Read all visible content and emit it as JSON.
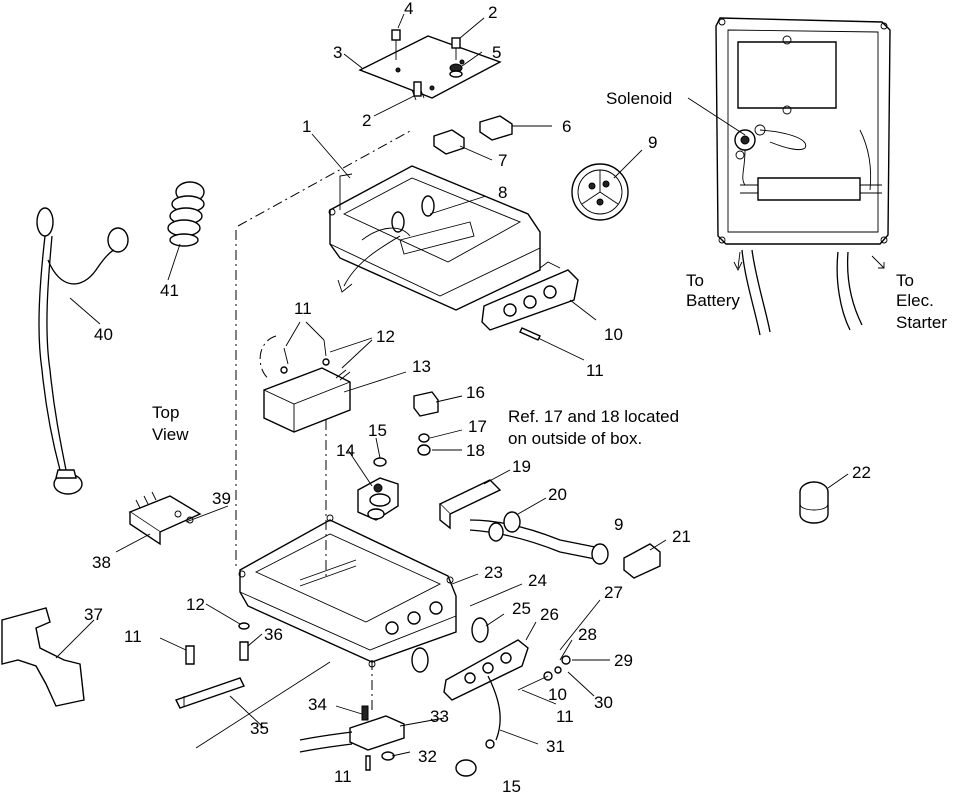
{
  "labels": {
    "p1": "1",
    "p2a": "2",
    "p2b": "2",
    "p3": "3",
    "p4": "4",
    "p5": "5",
    "p6": "6",
    "p7": "7",
    "p8": "8",
    "p9a": "9",
    "p9b": "9",
    "p10a": "10",
    "p10b": "10",
    "p11a": "11",
    "p11b": "11",
    "p11c": "11",
    "p11d": "11",
    "p11e": "11",
    "p12a": "12",
    "p12b": "12",
    "p13": "13",
    "p14": "14",
    "p15a": "15",
    "p15b": "15",
    "p16": "16",
    "p17": "17",
    "p18": "18",
    "p19": "19",
    "p20": "20",
    "p21": "21",
    "p22": "22",
    "p23": "23",
    "p24": "24",
    "p25": "25",
    "p26": "26",
    "p27": "27",
    "p28": "28",
    "p29": "29",
    "p30": "30",
    "p31": "31",
    "p32": "32",
    "p33": "33",
    "p34": "34",
    "p35": "35",
    "p36": "36",
    "p37": "37",
    "p38": "38",
    "p39": "39",
    "p40": "40",
    "p41": "41"
  },
  "annotations": {
    "solenoid": "Solenoid",
    "to_battery_1": "To",
    "to_battery_2": "Battery",
    "to_starter_1": "To",
    "to_starter_2": "Elec.",
    "to_starter_3": "Starter",
    "top_view_1": "Top",
    "top_view_2": "View",
    "ref_note_1": "Ref. 17 and 18 located",
    "ref_note_2": "on outside of box."
  }
}
